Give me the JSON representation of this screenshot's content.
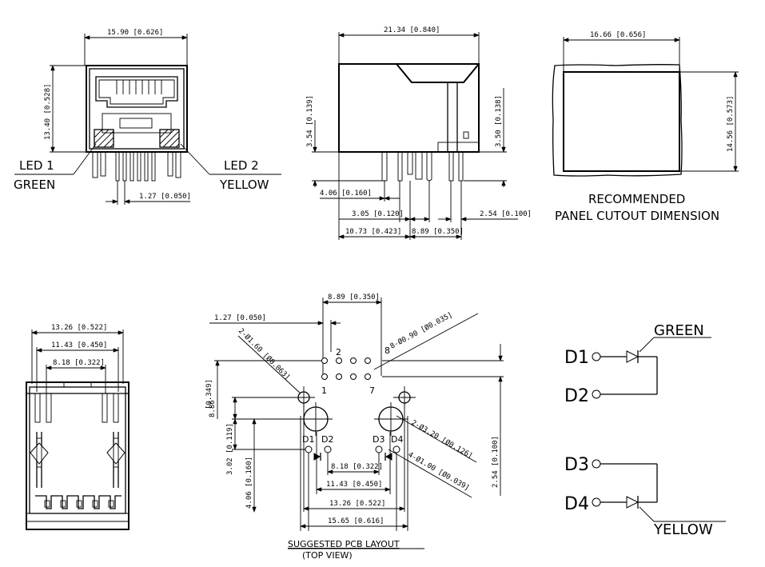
{
  "front_view": {
    "width_dim": "15.90 [0.626]",
    "height_dim": "13.40 [0.528]",
    "pitch_dim": "1.27 [0.050]",
    "led1_label": "LED 1",
    "led1_color": "GREEN",
    "led2_label": "LED 2",
    "led2_color": "YELLOW"
  },
  "side_view": {
    "length_dim": "21.34 [0.840]",
    "left_height_dim": "3.54 [0.139]",
    "right_height_dim": "3.50 [0.138]",
    "dim_406": "4.06 [0.160]",
    "dim_305": "3.05 [0.120]",
    "dim_254": "2.54 [0.100]",
    "dim_1073": "10.73 [0.423]",
    "dim_889": "8.89 [0.350]"
  },
  "cutout": {
    "width_dim": "16.66 [0.656]",
    "height_dim": "14.56 [0.573]",
    "title_line1": "RECOMMENDED",
    "title_line2": "PANEL CUTOUT DIMENSION"
  },
  "bottom_view": {
    "dim_1326": "13.26 [0.522]",
    "dim_1143": "11.43 [0.450]",
    "dim_818": "8.18 [0.322]"
  },
  "pcb_layout": {
    "dim_889": "8.89 [0.350]",
    "dim_127": "1.27 [0.050]",
    "hole_large_left": "2-Ø1.60 [Ø0.063]",
    "hole_small": "8-Ø0.90 [Ø0.035]",
    "hole_mount": "2-Ø3.20 [Ø0.126]",
    "hole_led": "4-Ø1.00 [Ø0.039]",
    "dim_349": "[0.349]",
    "dim_886": "8.86",
    "dim_302": "3.02 [0.119]",
    "dim_406": "4.06 [0.160]",
    "dim_254": "2.54 [0.100]",
    "dim_818": "8.18 [0.322]",
    "dim_1143": "11.43 [0.450]",
    "dim_1326": "13.26 [0.522]",
    "dim_1565": "15.65 [0.616]",
    "pin2": "2",
    "pin8": "8",
    "pin1": "1",
    "pin7": "7",
    "d1": "D1",
    "d2": "D2",
    "d3": "D3",
    "d4": "D4",
    "title": "SUGGESTED PCB LAYOUT",
    "subtitle": "(TOP VIEW)"
  },
  "schematic": {
    "d1": "D1",
    "d2": "D2",
    "d3": "D3",
    "d4": "D4",
    "green": "GREEN",
    "yellow": "YELLOW"
  }
}
